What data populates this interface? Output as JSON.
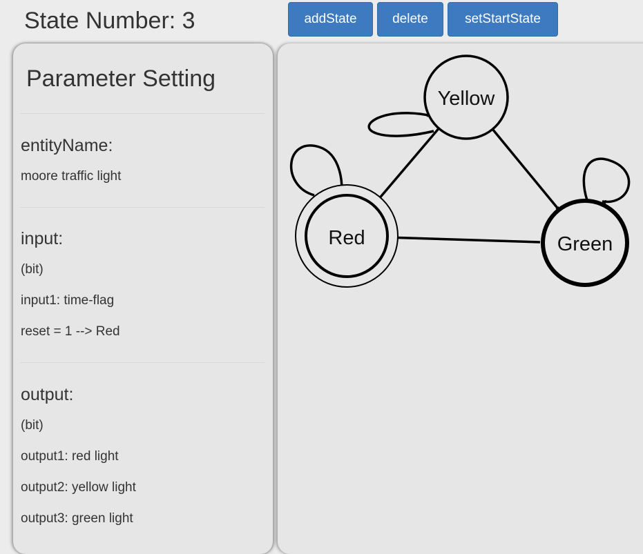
{
  "header": {
    "state_number_label": "State Number: 3"
  },
  "toolbar": {
    "add_state_label": "addState",
    "delete_label": "delete",
    "set_start_state_label": "setStartState",
    "button_color": "#3d7abf"
  },
  "parameter_panel": {
    "title": "Parameter Setting",
    "entity": {
      "label": "entityName:",
      "value": "moore traffic light"
    },
    "input": {
      "label": "input:",
      "type": "(bit)",
      "lines": [
        "input1: time-flag",
        "reset = 1 --> Red"
      ]
    },
    "output": {
      "label": "output:",
      "type": "(bit)",
      "lines": [
        "output1: red light",
        "output2: yellow light",
        "output3: green light"
      ]
    }
  },
  "diagram": {
    "states": [
      {
        "name": "Yellow",
        "start": false,
        "selected": false
      },
      {
        "name": "Red",
        "start": true,
        "selected": false
      },
      {
        "name": "Green",
        "start": false,
        "selected": true
      }
    ],
    "transitions": [
      {
        "from": "Red",
        "to": "Yellow"
      },
      {
        "from": "Yellow",
        "to": "Green"
      },
      {
        "from": "Green",
        "to": "Red"
      },
      {
        "from": "Red",
        "to": "Red"
      },
      {
        "from": "Yellow",
        "to": "Yellow"
      },
      {
        "from": "Green",
        "to": "Green"
      }
    ]
  }
}
